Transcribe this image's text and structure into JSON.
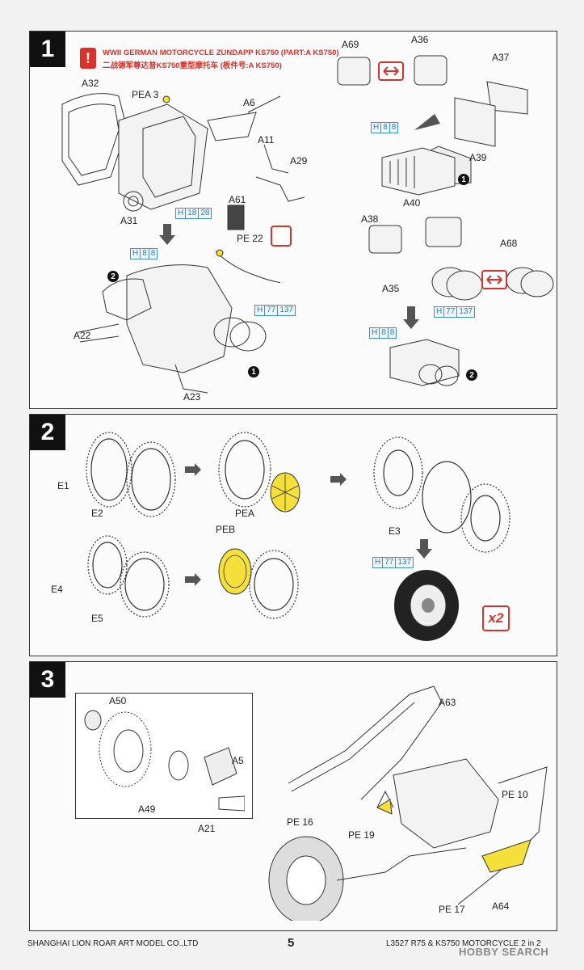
{
  "panel1": {
    "step": "1",
    "warning_en": "WWII GERMAN MOTORCYCLE ZUNDAPP KS750 (PART:A KS750)",
    "warning_cn": "二战德军尊达普KS750重型摩托车 (板件号:A KS750)",
    "warning_mark": "!",
    "labels": {
      "a32": "A32",
      "pea3": "PEA 3",
      "a6": "A6",
      "a11": "A11",
      "a29": "A29",
      "a61": "A61",
      "a31": "A31",
      "pe22": "PE 22",
      "a22": "A22",
      "a23": "A23",
      "a69": "A69",
      "a36": "A36",
      "a37": "A37",
      "a39": "A39",
      "a40": "A40",
      "a38": "A38",
      "a68": "A68",
      "a35": "A35"
    },
    "paints": {
      "h18_28": [
        "H",
        "18",
        "28"
      ],
      "h8_8_left": [
        "H",
        "8",
        "8"
      ],
      "h77_137_left": [
        "H",
        "77",
        "137"
      ],
      "h8_8_r1": [
        "H",
        "8",
        "8"
      ],
      "h77_137_r": [
        "H",
        "77",
        "137"
      ],
      "h8_8_r2": [
        "H",
        "8",
        "8"
      ]
    },
    "bullets": {
      "one": "1",
      "two": "2"
    }
  },
  "panel2": {
    "step": "2",
    "labels": {
      "e1": "E1",
      "e2": "E2",
      "pea": "PEA",
      "e3": "E3",
      "e4": "E4",
      "e5": "E5",
      "peb": "PEB"
    },
    "paint": [
      "H",
      "77",
      "137"
    ],
    "multiplier": "x2"
  },
  "panel3": {
    "step": "3",
    "labels": {
      "a50": "A50",
      "a5": "A5",
      "a49": "A49",
      "a21": "A21",
      "a63": "A63",
      "pe16": "PE 16",
      "pe19": "PE 19",
      "pe10": "PE 10",
      "pe17": "PE 17",
      "a64": "A64"
    }
  },
  "footer": {
    "company": "SHANGHAI LION ROAR ART MODEL CO.,LTD",
    "page": "5",
    "product": "L3527 R75 & KS750 MOTORCYCLE 2 in 2",
    "watermark": "HOBBY SEARCH"
  },
  "colors": {
    "accent_red": "#d8322b",
    "paint_blue": "#2b7cc4",
    "photo_etch_yellow": "#f5df3a"
  }
}
